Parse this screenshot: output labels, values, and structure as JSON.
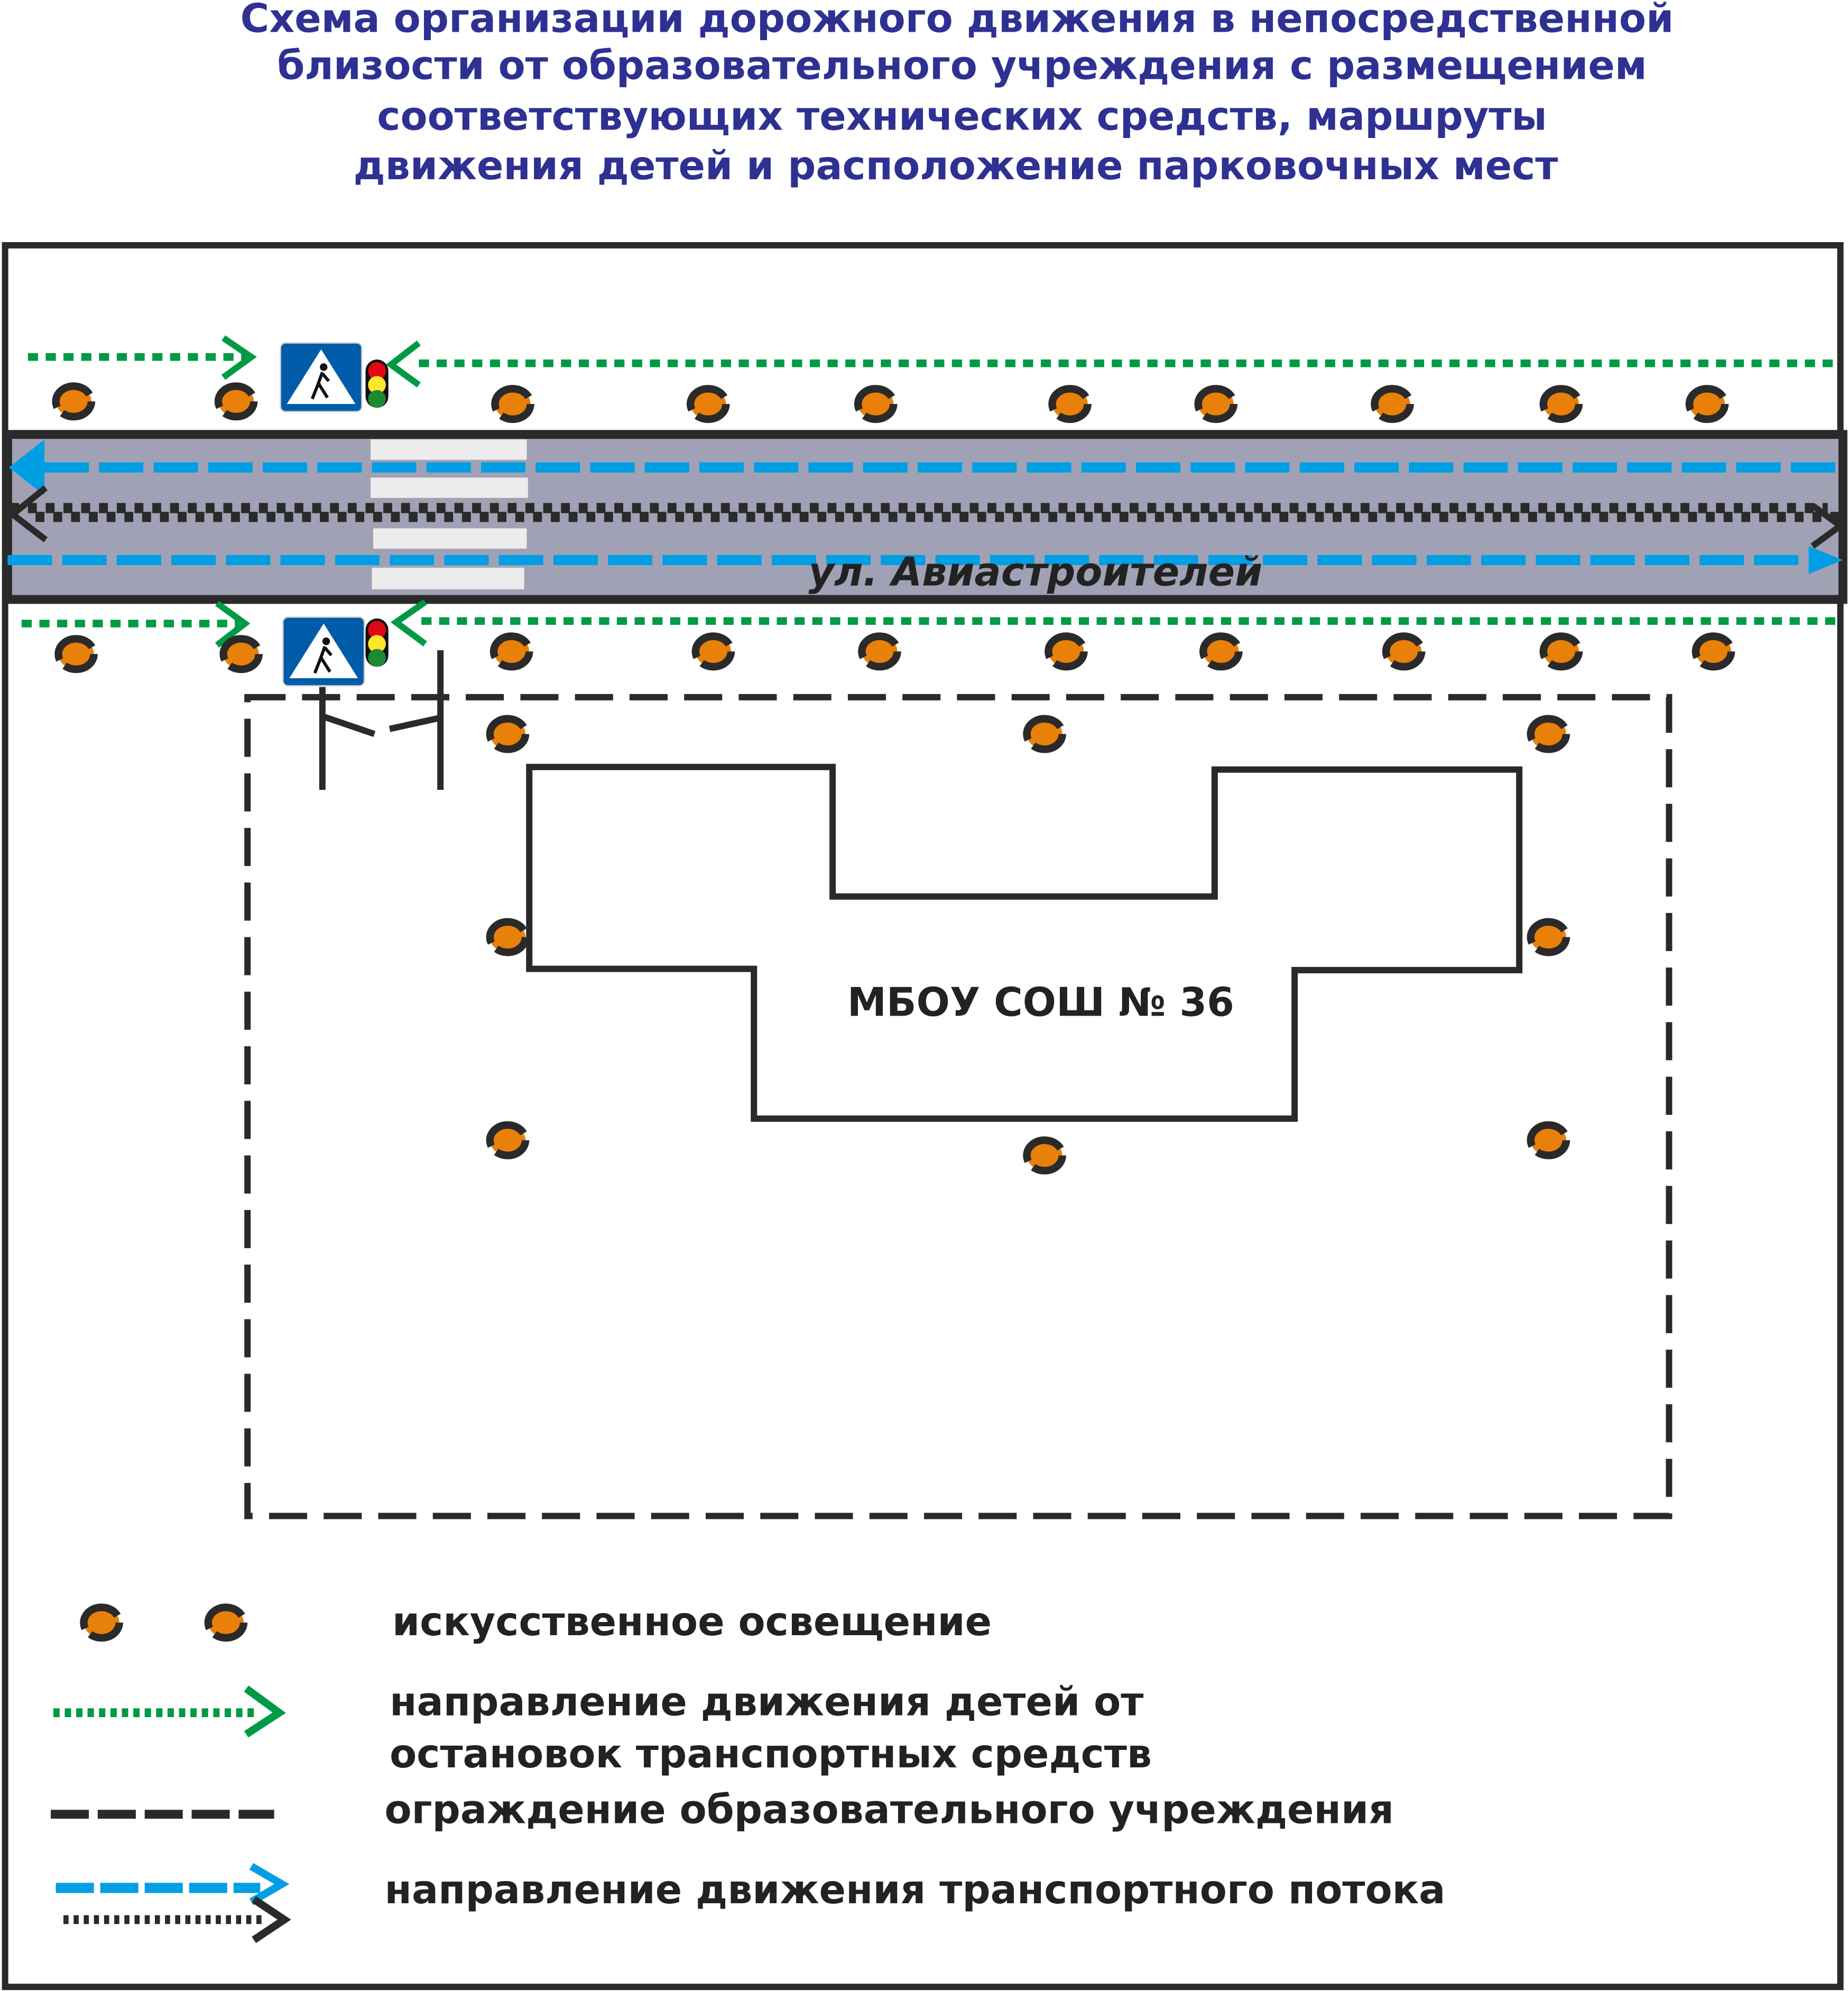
{
  "title": {
    "lines": [
      "Схема организации дорожного движения в непосредственной",
      "близости от образовательного учреждения с размещением",
      "соответствующих технических средств, маршруты",
      "движения детей и расположение парковочных мест"
    ]
  },
  "street_name": "ул. Авиастроителей",
  "school_name": "МБОУ СОШ № 36",
  "legend": {
    "lighting": "искусственное освещение",
    "children_route_1": "направление движения детей от",
    "children_route_2": "остановок транспортных средств",
    "fence": "ограждение образовательного учреждения",
    "traffic_flow": "направление движения транспортного потока"
  },
  "colors": {
    "title": "#2e3192",
    "road": "#a1a1b5",
    "children_route": "#009a44",
    "traffic_flow": "#009fe3",
    "lamp": "#e8800a",
    "line": "#2a2a2a",
    "sign_blue": "#005ca8"
  },
  "icons": [
    "street-lamp-icon",
    "pedestrian-crossing-sign-icon",
    "traffic-light-icon",
    "arrow-icon"
  ]
}
